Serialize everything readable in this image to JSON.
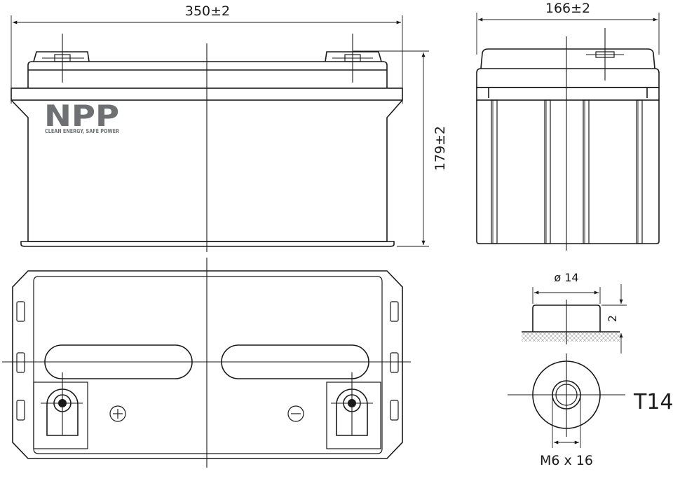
{
  "front_view": {
    "width_label": "350±2",
    "height_label": "179±2",
    "logo_text": "NPP",
    "logo_tagline": "CLEAN ENERGY, SAFE POWER"
  },
  "side_view": {
    "depth_label": "166±2"
  },
  "top_view": {
    "plus_symbol": "⊕",
    "minus_symbol": "⊖"
  },
  "terminal_detail": {
    "diameter_label": "ø 14",
    "height_label": "2",
    "type_label": "T14",
    "thread_label": "M6 x 16"
  }
}
